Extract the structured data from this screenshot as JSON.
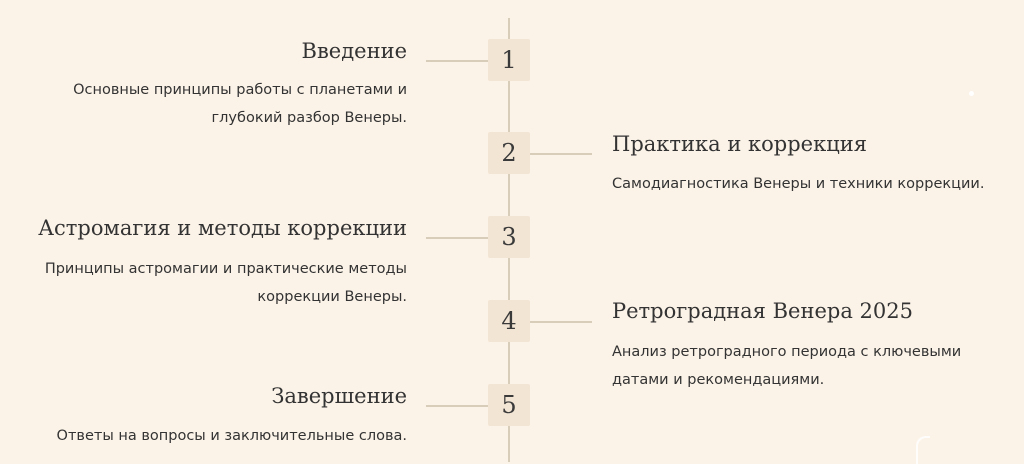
{
  "timeline": {
    "items": [
      {
        "number": "1",
        "title": "Введение",
        "description_lines": [
          "Основные принципы работы с планетами и",
          "глубокий разбор Венеры."
        ]
      },
      {
        "number": "2",
        "title": "Практика и коррекция",
        "description_lines": [
          "Самодиагностика Венеры и техники коррекции."
        ]
      },
      {
        "number": "3",
        "title": "Астромагия и методы коррекции",
        "description_lines": [
          "Принципы астромагии и практические методы",
          "коррекции Венеры."
        ]
      },
      {
        "number": "4",
        "title": "Ретроградная Венера 2025",
        "description_lines": [
          "Анализ ретроградного периода с ключевыми",
          "датами и рекомендациями."
        ]
      },
      {
        "number": "5",
        "title": "Завершение",
        "description_lines": [
          "Ответы на вопросы и заключительные слова."
        ]
      }
    ]
  },
  "colors": {
    "background": "#fcf3e8",
    "line": "#d8cdb9",
    "number_box": "#f2e5d4",
    "text": "#333333"
  }
}
